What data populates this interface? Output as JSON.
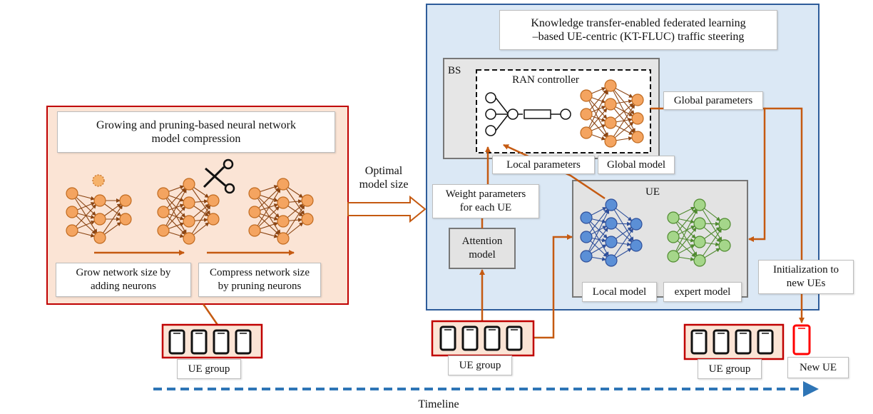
{
  "kt_title": "Knowledge transfer-enabled federated learning\n–based UE-centric (KT-FLUC) traffic steering",
  "compression": {
    "title": "Growing and pruning-based neural network\nmodel compression",
    "grow_label": "Grow network size by\nadding neurons",
    "compress_label": "Compress network size\nby pruning neurons"
  },
  "optimal_model_size": "Optimal\nmodel size",
  "bs": {
    "label": "BS",
    "ran_controller": "RAN controller",
    "local_parameters": "Local parameters",
    "global_model": "Global model",
    "global_parameters": "Global parameters"
  },
  "weight_parameters": "Weight parameters\nfor each UE",
  "attention_model": "Attention\nmodel",
  "ue": {
    "label": "UE",
    "local_model": "Local model",
    "expert_model": "expert model"
  },
  "initialization": "Initialization to\nnew UEs",
  "ue_group_label": "UE group",
  "new_ue": "New UE",
  "timeline": "Timeline",
  "colors": {
    "arrow": "#c55a11",
    "orange_neuron": "#f4a460",
    "blue_neuron": "#5b8fd6",
    "green_neuron": "#a5d68a",
    "red_frame": "#c00000",
    "blue_frame": "#2e5c9a",
    "timeline": "#2e75b6"
  }
}
